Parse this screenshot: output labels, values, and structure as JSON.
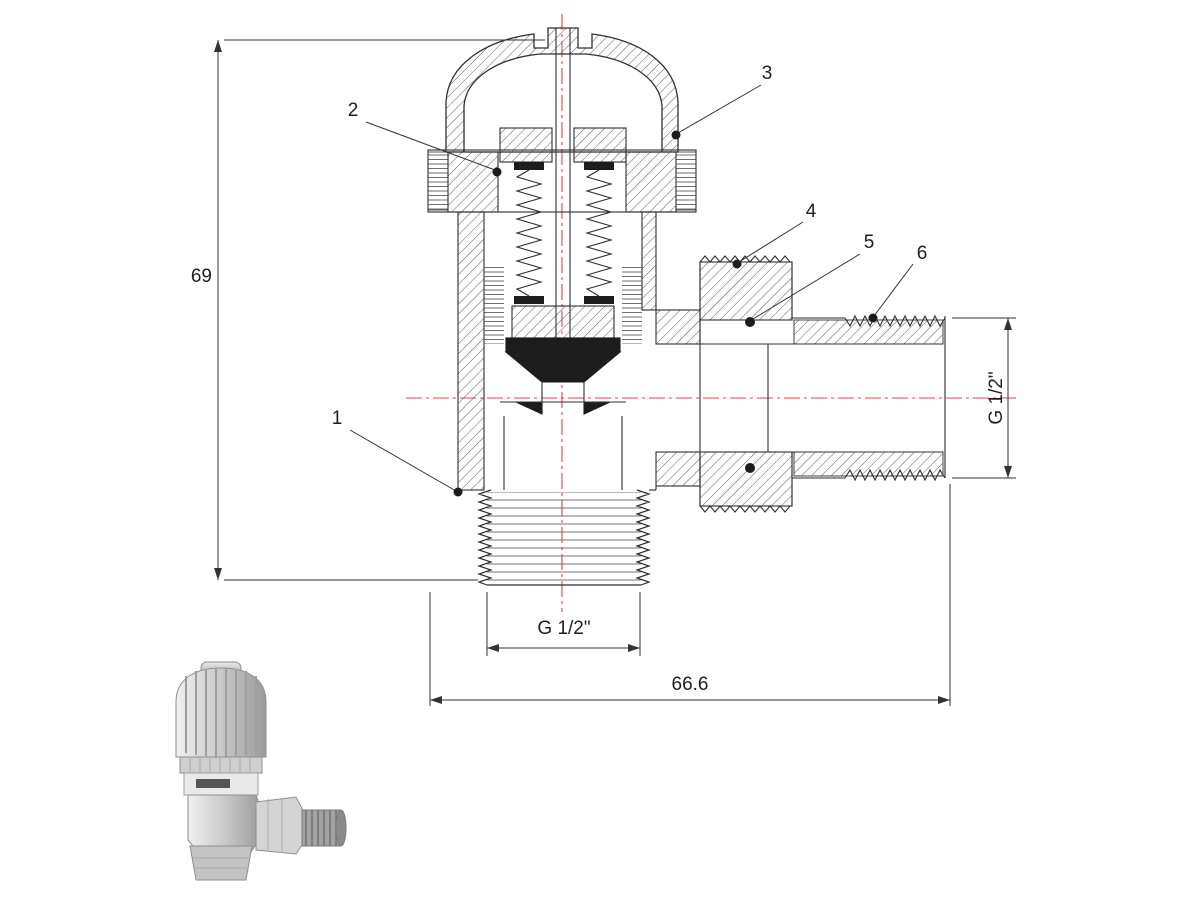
{
  "page": {
    "background": "#ffffff"
  },
  "drawing": {
    "type": "technical-drawing",
    "subject": "angle thermostatic radiator valve cross-section",
    "colors": {
      "line": "#2f2f2f",
      "centerline": "#e04545",
      "background": "#ffffff"
    },
    "dimensions": {
      "height": {
        "value": "69"
      },
      "overall_width": {
        "value": "66.6"
      },
      "bottom_thread": {
        "value": "G 1/2\""
      },
      "right_thread": {
        "value": "G 1/2\""
      }
    },
    "callouts": [
      {
        "label": "1"
      },
      {
        "label": "2"
      },
      {
        "label": "3"
      },
      {
        "label": "4"
      },
      {
        "label": "5"
      },
      {
        "label": "6"
      }
    ]
  }
}
